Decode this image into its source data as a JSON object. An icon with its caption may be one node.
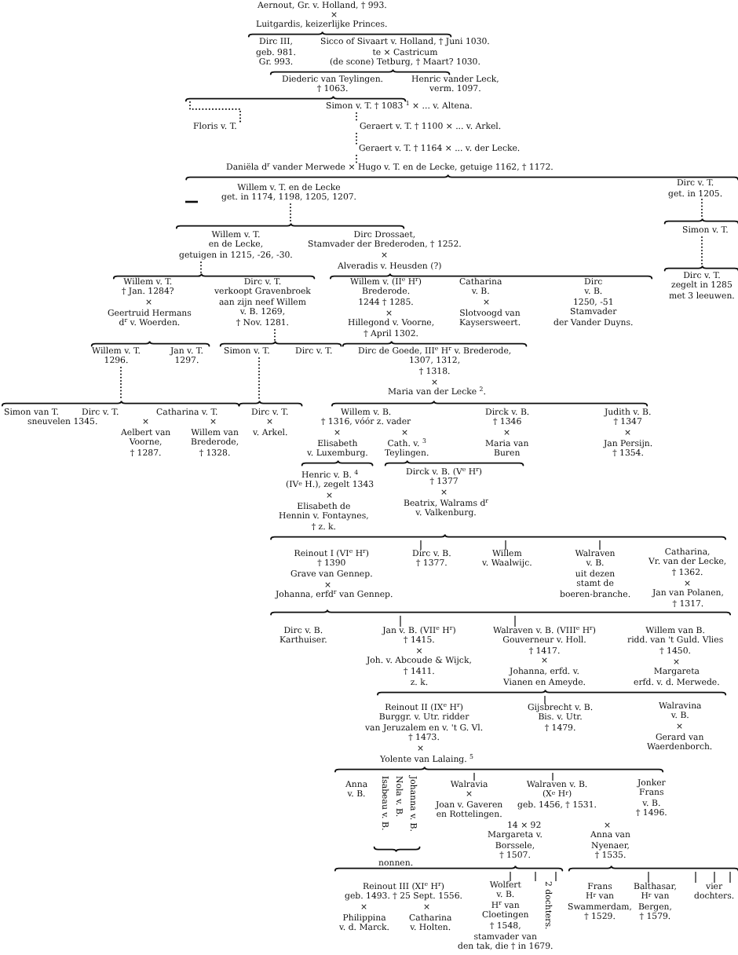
{
  "diagram": {
    "nodes": [
      {
        "text": [],
        "shape": "brace"
      },
      {
        "text": [],
        "shape": "brace"
      },
      {
        "text": [],
        "shape": "brace"
      },
      {
        "text": [
          "Simon v. T. † 1083 $^{1}$ × ... v. Altena."
        ]
      },
      {
        "text": [
          "Floris v. T."
        ]
      },
      {
        "text": [
          "Geraert v. T. † 1100 × ... v. Arkel."
        ]
      },
      {
        "text": [
          "Geraert v. T. † 1164 × ... v. der Lecke."
        ]
      },
      {
        "text": [
          "Daniëla d$^{r}$ vander Merwede × Hugo v. T. en de Lecke, getuige 1162, † 1172."
        ]
      },
      {
        "text": [],
        "shape": "brace"
      },
      {
        "text": [
          "Willem v. T. en de Lecke get. in 1174, 1198, 1205, 1207."
        ]
      },
      {
        "text": [
          "Dirc v. T. get. in 1205."
        ]
      },
      {
        "text": [],
        "shape": "brace"
      },
      {
        "text": [],
        "shape": "brace"
      },
      {
        "text": [
          "Willem v. T. en de Lecke, getuigen in 1215, -26, -30."
        ]
      },
      {
        "text": [
          "Simon v. T."
        ]
      },
      {
        "text": [],
        "shape": "brace"
      },
      {
        "text": [],
        "shape": "brace"
      },
      {
        "text": [],
        "shape": "brace"
      },
      {
        "text": [
          "Dirc v. T. verkoopt Gravenbroek aan zijn neef Willem v. B. 1269, † Nov. 1281."
        ]
      },
      {
        "text": [],
        "shape": "brace"
      },
      {
        "text": [],
        "shape": "brace"
      },
      {
        "text": [],
        "shape": "brace"
      },
      {
        "text": [
          "Willem v. T. 1296."
        ]
      },
      {
        "text": [
          "Simon v. T."
        ]
      },
      {
        "text": [],
        "shape": "brace"
      },
      {
        "text": [],
        "shape": "brace"
      },
      {
        "text": [],
        "shape": "brace"
      },
      {
        "text": [],
        "shape": "brace"
      },
      {
        "text": [],
        "shape": "brace"
      },
      {
        "text": [],
        "shape": "brace"
      },
      {
        "text": [
          "Dirc v. B. † 1377."
        ]
      },
      {
        "text": [
          "Willem v. Waalwijc."
        ]
      },
      {
        "text": [
          "Walraven v. B. uit dezen stamt de boeren-branche."
        ]
      },
      {
        "text": [],
        "shape": "brace"
      },
      {
        "text": [
          "Jan v. B. (VII$^{e}$ H$^{r}$) † 1415.",
          "×",
          "Joh. v. Abcoude & Wijck, † 1411. z. k."
        ]
      },
      {
        "text": [
          "Walraven v. B. (VIII$^{e}$ H$^{r}$) Gouverneur v. Holl. † 1417.",
          "×",
          "Johanna, erfd. v. Vianen en Ameyde."
        ]
      },
      {
        "text": [],
        "shape": "brace"
      },
      {
        "text": [
          "Gijsbrecht v. B. Bis. v. Utr. † 1479."
        ]
      },
      {
        "text": [],
        "shape": "brace"
      },
      {
        "text": [
          "Walravia",
          "×",
          "Joan v. Gaveren en Rottelingen."
        ]
      },
      {
        "text": [
          "Walraven v. B. (X$^{e}$ H$^{r}$) geb. 1456, † 1531."
        ]
      },
      {
        "text": [],
        "shape": "brace"
      },
      {
        "text": [],
        "shape": "brace"
      },
      {
        "text": [],
        "shape": "brace"
      },
      {
        "text": [
          "Wolfert v. B. H$^{r}$ van Cloetingen † 1548,",
          "stamvader van den tak, die † in 1679."
        ]
      },
      {
        "text": [
          "2 dochters."
        ]
      },
      {
        "text": [
          "Balthasar, H$^{r}$ van Bergen, † 1579."
        ]
      },
      {
        "text": [
          "vier dochters."
        ]
      }
    ],
    "edges": [
      {
        "from": 2,
        "to": 4,
        "arrow": "none",
        "style": "dashed"
      },
      {
        "from": 3,
        "to": 5,
        "arrow": "none",
        "style": "dashed"
      },
      {
        "from": 5,
        "to": 6,
        "arrow": "none",
        "style": "dashed"
      },
      {
        "from": 6,
        "to": 7,
        "arrow": "none",
        "style": "dashed"
      },
      {
        "from": 9,
        "to": 11,
        "arrow": "none",
        "style": "dashed"
      },
      {
        "from": 10,
        "to": 12,
        "arrow": "none",
        "style": "dashed"
      },
      {
        "from": 14,
        "to": 17,
        "arrow": "none",
        "style": "dashed"
      },
      {
        "from": 13,
        "to": 15,
        "arrow": "none",
        "style": "dashed"
      },
      {
        "from": 18,
        "to": 20,
        "arrow": "none",
        "style": "dashed"
      },
      {
        "from": 22,
        "to": 24,
        "arrow": "none",
        "style": "dashed"
      },
      {
        "from": 23,
        "to": 25,
        "arrow": "none",
        "style": "dashed"
      },
      {
        "from": 29,
        "to": 30,
        "arrow": "none"
      },
      {
        "from": 29,
        "to": 31,
        "arrow": "none"
      },
      {
        "from": 29,
        "to": 32,
        "arrow": "none"
      },
      {
        "from": 33,
        "to": 34,
        "arrow": "none"
      },
      {
        "from": 33,
        "to": 35,
        "arrow": "none"
      },
      {
        "from": 36,
        "to": 37,
        "arrow": "none"
      },
      {
        "from": 38,
        "to": 39,
        "arrow": "none"
      },
      {
        "from": 38,
        "to": 40,
        "arrow": "none"
      },
      {
        "from": 42,
        "to": 44,
        "arrow": "none"
      },
      {
        "from": 42,
        "to": 45,
        "arrow": "none"
      },
      {
        "from": 42,
        "to": 45,
        "arrow": "none"
      },
      {
        "from": 43,
        "to": 46,
        "arrow": "none"
      },
      {
        "from": 43,
        "to": 47,
        "arrow": "none"
      },
      {
        "from": 43,
        "to": 47,
        "arrow": "none"
      },
      {
        "from": 43,
        "to": 47,
        "arrow": "none"
      }
    ],
    "labels": [
      "Aernout, Gr. v. Holland, † 993.",
      "×",
      "Luitgardis, keizerlijke Princes.",
      "Dirc III, geb. 981. Gr. 993.",
      "Sicco of Sivaart v. Holland, † Juni 1030. te × Castricum (de scone) Tetburg, † Maart? 1030.",
      "Diederic van Teylingen. † 1063.",
      "Henric vander Leck, verm. 1097.",
      "Dirc Drossaet, Stamvader der Brederoden, † 1252.",
      "×",
      "Alveradis v. Heusden (?)",
      "Dirc v. T. zegelt in 1285 met 3 leeuwen.",
      "Willem v. T. † Jan. 1284?",
      "×",
      "Geertruid Hermans d$^{r}$ v. Woerden.",
      "Willem v. (II$^{e}$ H$^{r}$) Brederode. 1244 † 1285.",
      "×",
      "Hillegond v. Voorne, † April 1302.",
      "Catharina v. B.",
      "×",
      "Slotvoogd van Kaysersweert.",
      "Dirc v. B. 1250, -51 Stamvader der Vander Duyns.",
      "Jan v. T. 1297.",
      "Dirc v. T.",
      "Dirc de Goede, III$^{e}$ H$^{r}$ v. Brederode, 1307, 1312, † 1318.",
      "×",
      "Maria van der Lecke $^{2}$.",
      "Simon van T.",
      "Dirc v. T.",
      "sneuvelen 1345.",
      "Catharina v. T.",
      "×",
      "×",
      "Aelbert van Voorne, † 1287.",
      "Willem van Brederode, † 1328.",
      "Dirc v. T.",
      "×",
      "v. Arkel.",
      "Willem v. B. † 1316, vóór z. vader",
      "×",
      "×",
      "Elisabeth v. Luxemburg.",
      "Cath. v. $^{3}$ Teylingen.",
      "Dirck v. B. † 1346",
      "×",
      "Maria van Buren",
      "Judith v. B. † 1347",
      "×",
      "Jan Persijn. † 1354.",
      "Henric v. B. $^{4}$ (IV$^{e}$ H.), zegelt 1343",
      "Dirck v. B. (V$^{e}$ H$^{r}$) † 1377",
      "×",
      "×",
      "Elisabeth de Hennin v. Fontaynes, † z. k.",
      "Beatrix, Walrams d$^{r}$ v. Valkenburg.",
      "Reinout I (VI$^{e}$ H$^{r}$) † 1390 Grave van Gennep.",
      "×",
      "Johanna, erfd$^{r}$ van Gennep.",
      "Catharina, Vr. van der Lecke, † 1362.",
      "×",
      "Jan van Polanen, † 1317.",
      "Dirc v. B. Karthuiser.",
      "Willem van B. ridd. van 't Guld. Vlies † 1450.",
      "×",
      "Margareta erfd. v. d. Merwede.",
      "Reinout II (IX$^{e}$ H$^{r}$) Burggr. v. Utr. ridder van Jeruzalem en v. 't G. Vl. † 1473.",
      "×",
      "Yolente van Lalaing. $^{5}$",
      "Walravina v. B.",
      "×",
      "Gerard van Waerdenborch.",
      "Anna v. B.",
      "Isabeau v. B.",
      "Nola v. B.",
      "Johanna v. B.",
      "Jonker Frans v. B. † 1496.",
      "14 × 92",
      "×",
      "Margareta v. Borssele, † 1507.",
      "Anna van Nyenaer, † 1535.",
      "nonnen.",
      "Reinout III (XI$^{e}$ H$^{r}$) geb. 1493. † 25 Sept. 1556.",
      "×",
      "×",
      "Philippina v. d. Marck.",
      "Catharina v. Holten.",
      "Frans H$^{r}$ van Swammerdam, † 1529."
    ]
  }
}
